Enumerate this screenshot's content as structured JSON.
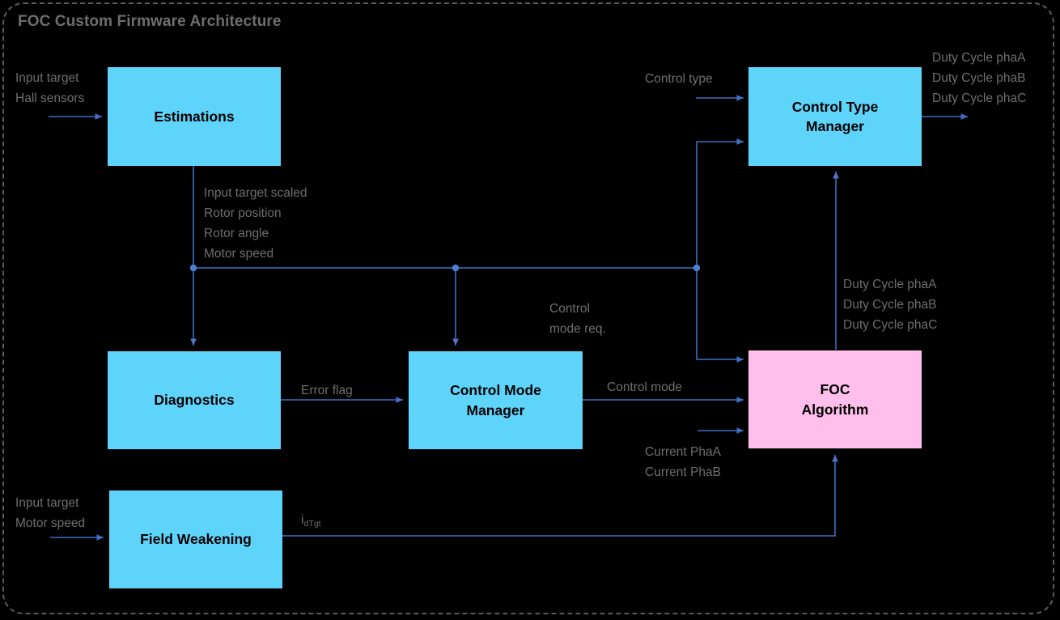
{
  "diagram": {
    "title": "FOC Custom Firmware Architecture",
    "background_color": "#000000",
    "frame_color": "#5a5a5a",
    "wire_color": "#3f6fc4",
    "label_color": "#6e6e6e",
    "block_fill_cyan": "#5FD4FB",
    "block_fill_pink": "#FFBFEC"
  },
  "blocks": [
    {
      "id": "estimations",
      "label": "Estimations",
      "color": "#5FD4FB"
    },
    {
      "id": "diagnostics",
      "label": "Diagnostics",
      "color": "#5FD4FB"
    },
    {
      "id": "field-weakening",
      "label": "Field Weakening",
      "color": "#5FD4FB"
    },
    {
      "id": "control-mode-manager",
      "label": "Control Mode\nManager",
      "color": "#5FD4FB"
    },
    {
      "id": "control-type-manager",
      "label": "Control Type\nManager",
      "color": "#5FD4FB"
    },
    {
      "id": "foc-algorithm",
      "label": "FOC\nAlgorithm",
      "color": "#FFBFEC"
    }
  ],
  "signals": {
    "estimations_inputs": "Input target\nHall sensors",
    "estimations_outputs": "Input target scaled\nRotor position\nRotor angle\nMotor speed",
    "control_type_input": "Control type",
    "control_type_outputs": "Duty Cycle phaA\nDuty Cycle phaB\nDuty Cycle phaC",
    "foc_outputs": "Duty Cycle phaA\nDuty Cycle phaB\nDuty Cycle phaC",
    "control_mode_req": "Control\nmode req.",
    "error_flag": "Error flag",
    "control_mode": "Control mode",
    "current_phases": "Current PhaA\nCurrent PhaB",
    "field_weakening_inputs": "Input target\nMotor speed",
    "id_target_base": "i",
    "id_target_sub": "dTgt"
  }
}
